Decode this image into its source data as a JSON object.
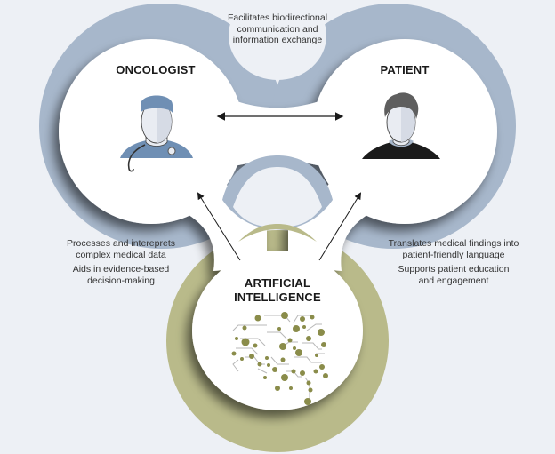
{
  "diagram": {
    "nodes": {
      "oncologist": {
        "title": "ONCOLOGIST",
        "icon": "doctor-icon"
      },
      "patient": {
        "title": "PATIENT",
        "icon": "patient-icon"
      },
      "ai": {
        "title_line1": "ARTIFICIAL",
        "title_line2": "INTELLIGENCE",
        "icon": "circuit-brain-icon"
      }
    },
    "edges": {
      "oncologist_patient": {
        "line1": "Facilitates biodirectional",
        "line2": "communication and",
        "line3": "information exchange"
      },
      "ai_to_oncologist": {
        "item1_line1": "Processes and intereprets",
        "item1_line2": "complex medical data",
        "item2_line1": "Aids in evidence-based",
        "item2_line2": "decision-making"
      },
      "ai_to_patient": {
        "item1_line1": "Translates medical findings into",
        "item1_line2": "patient-friendly language",
        "item2_line1": "Supports patient education",
        "item2_line2": "and engagement"
      }
    },
    "colors": {
      "background": "#edf0f5",
      "blue_ring": "#a7b7cb",
      "olive_ring": "#b9ba8a",
      "brain": "#8a8c4a",
      "scrubs": "#6f8fb4"
    }
  }
}
